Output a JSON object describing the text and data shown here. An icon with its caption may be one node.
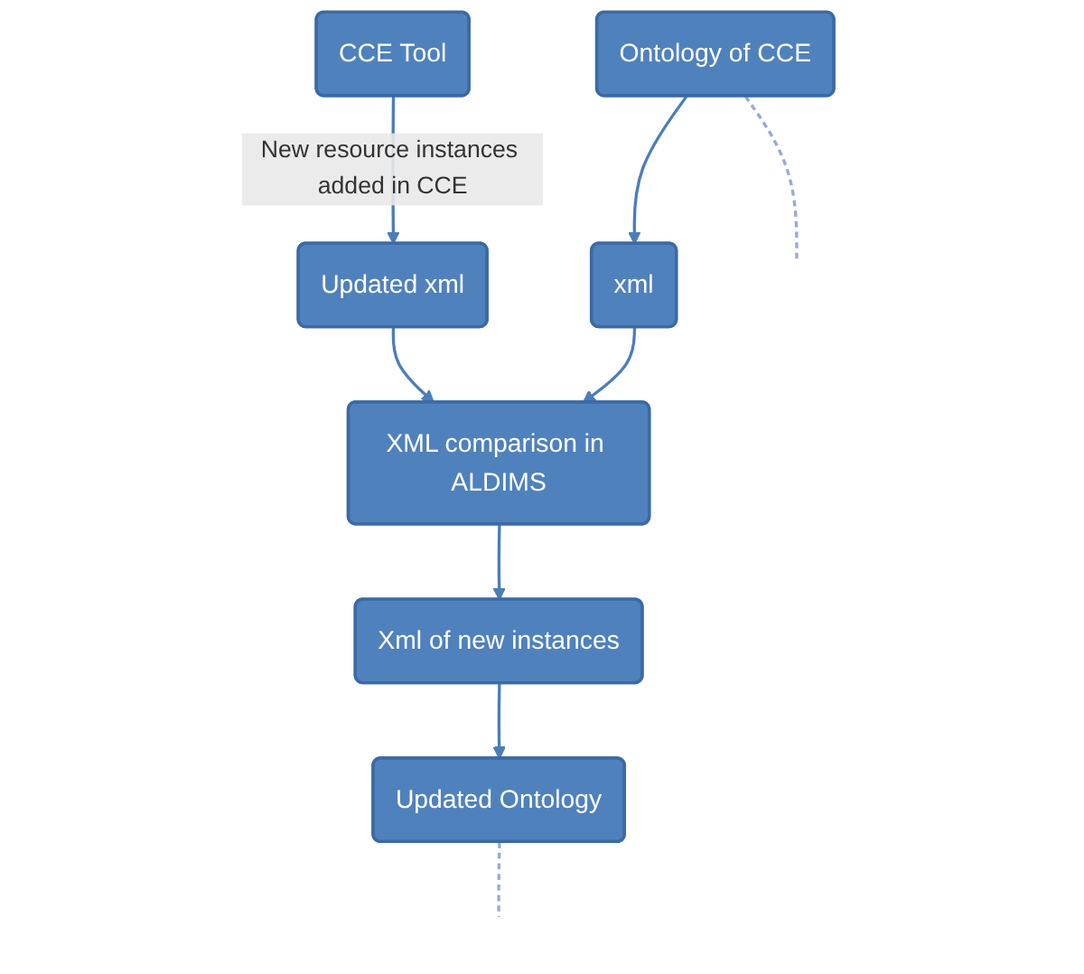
{
  "diagram": {
    "nodes": [
      {
        "text": [
          "CCE Tool"
        ]
      },
      {
        "text": [
          "Ontology of CCE"
        ]
      },
      {
        "text": [
          "Updated xml"
        ]
      },
      {
        "text": [
          "xml"
        ]
      },
      {
        "text": [
          "XML comparison in ALDIMS"
        ]
      },
      {
        "text": [
          "Xml of new instances"
        ]
      },
      {
        "text": [
          "Updated Ontology"
        ]
      }
    ],
    "edges": [
      {
        "from": 0,
        "to": 2,
        "arrow": "to",
        "label": "New resource instances added in CCE"
      },
      {
        "from": 1,
        "to": 3,
        "arrow": "to"
      },
      {
        "from": 2,
        "to": 4,
        "arrow": "to"
      },
      {
        "from": 3,
        "to": 4,
        "arrow": "to"
      },
      {
        "from": 4,
        "to": 5,
        "arrow": "to"
      },
      {
        "from": 5,
        "to": 6,
        "arrow": "to"
      },
      {
        "from": 1,
        "to": null,
        "arrow": "none",
        "style": "dashed",
        "color": "#9aa8d8"
      },
      {
        "from": 6,
        "to": null,
        "arrow": "none",
        "style": "dashed",
        "color": "#9aa8d8"
      }
    ]
  }
}
